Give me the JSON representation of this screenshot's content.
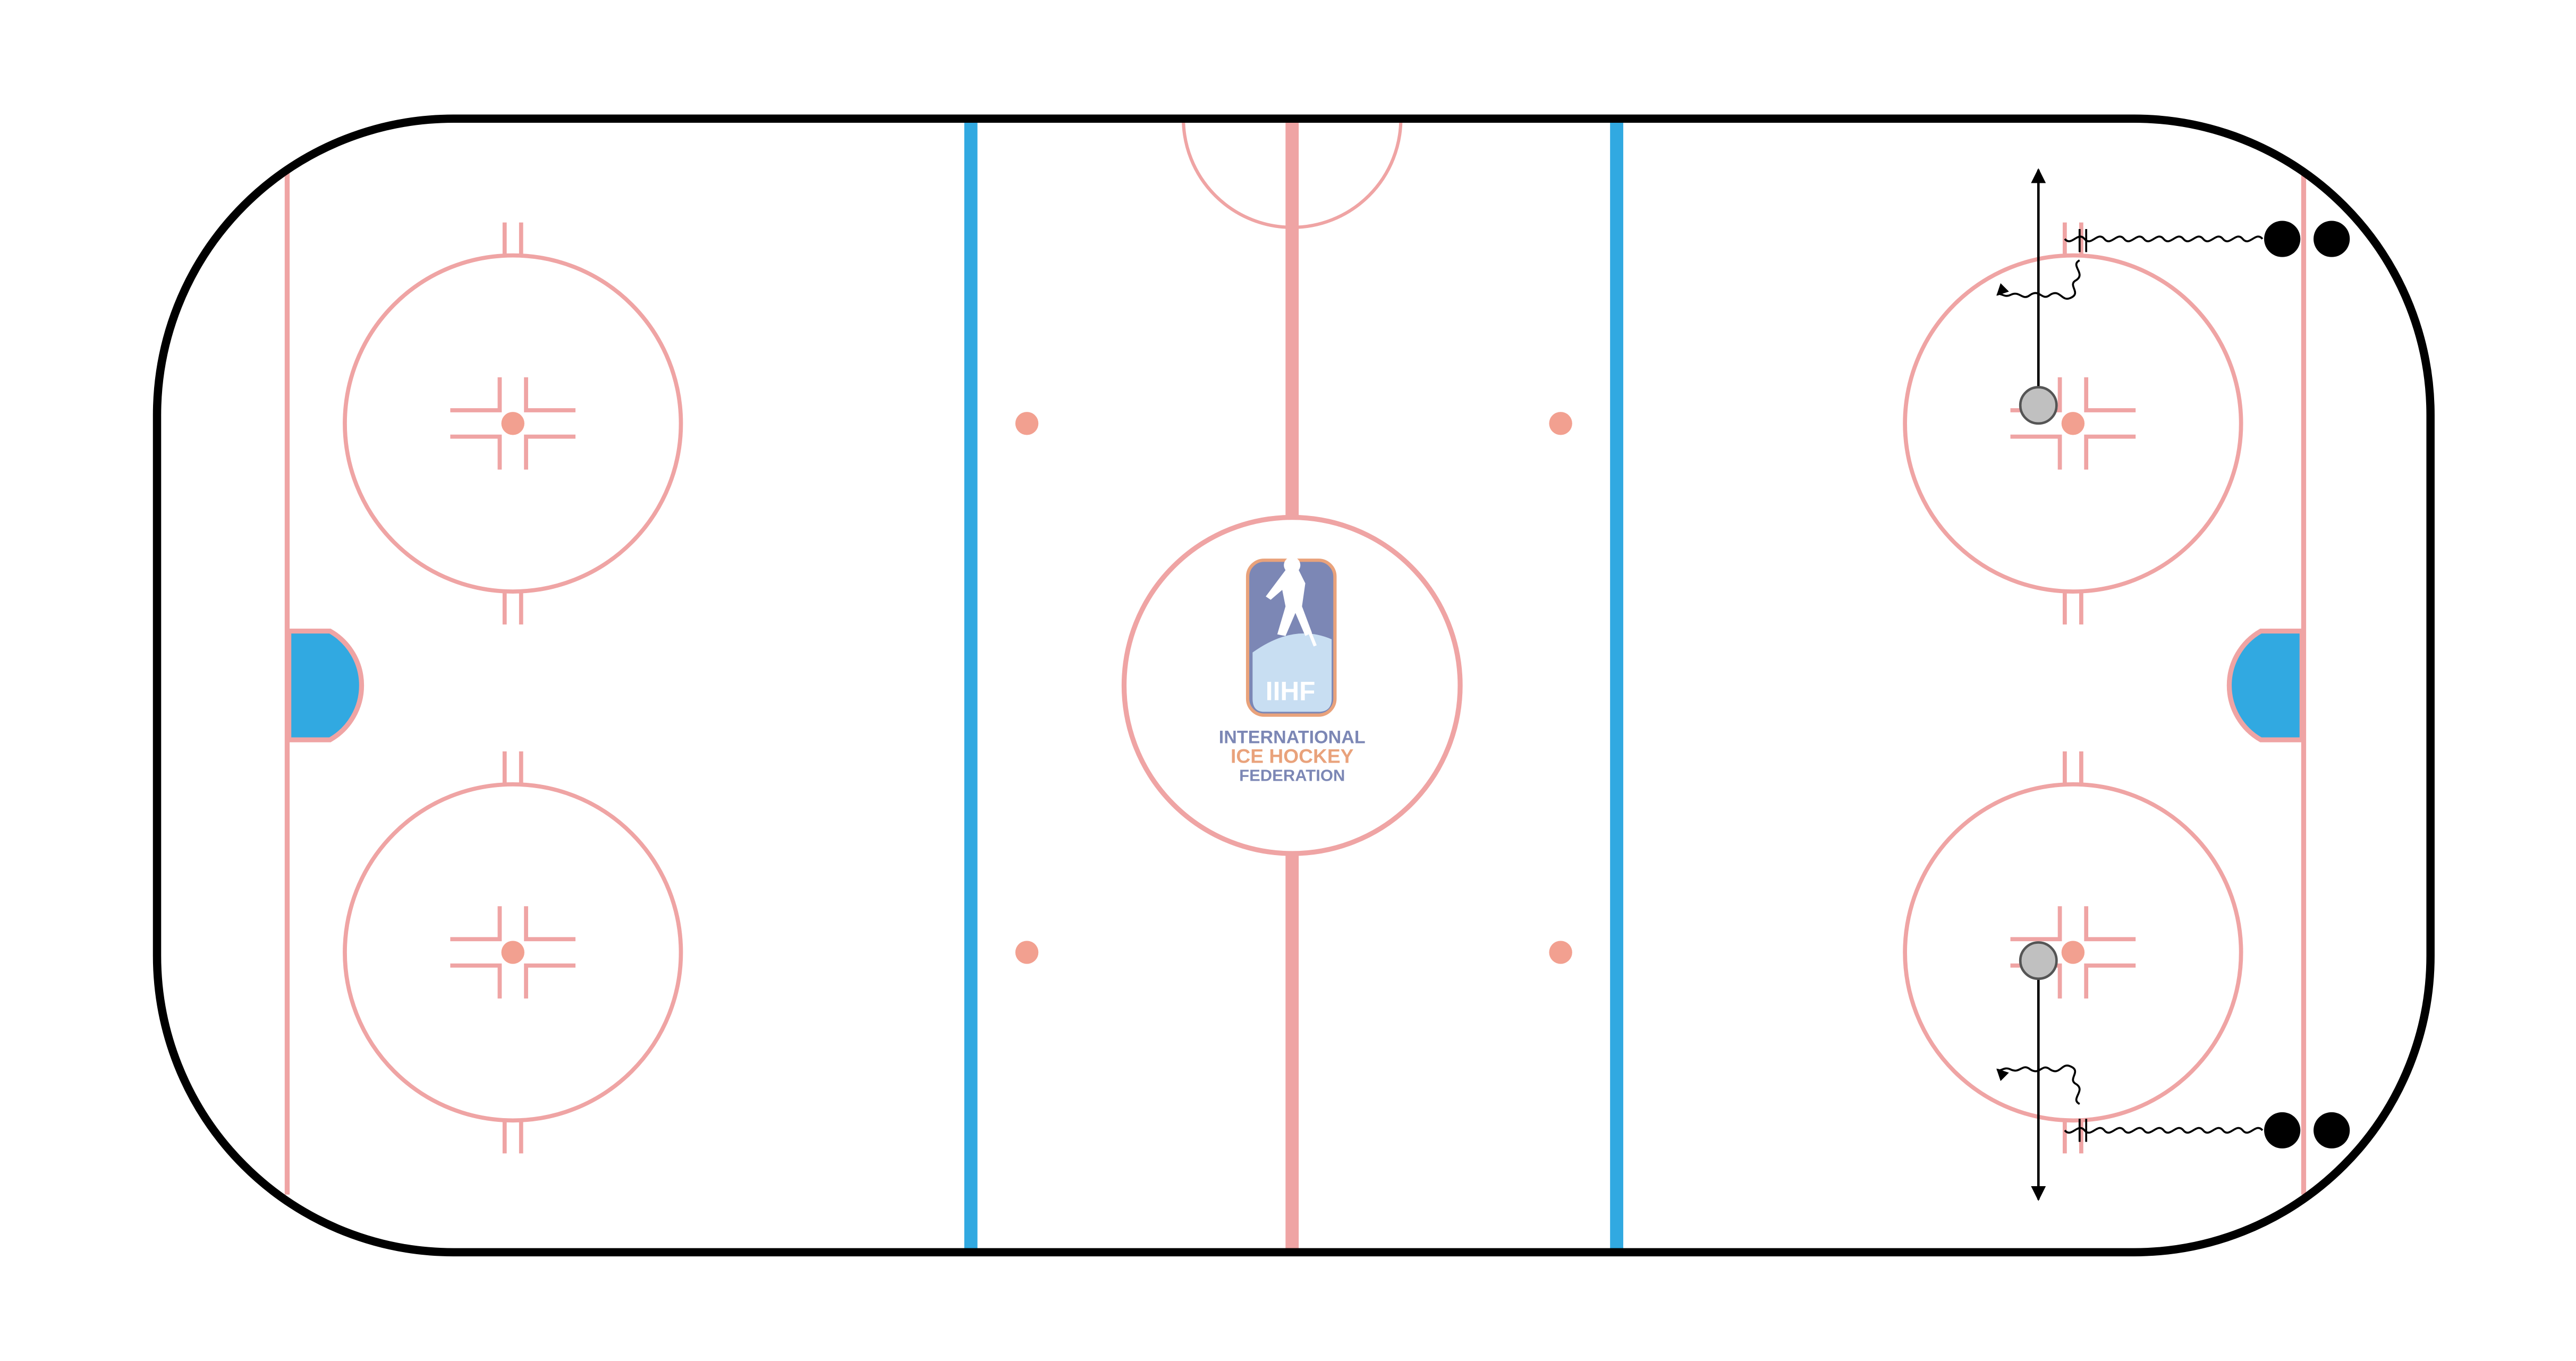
{
  "logo": {
    "badge_text": "IIHF",
    "line1": "INTERNATIONAL",
    "line2": "ICE HOCKEY",
    "line3": "FEDERATION",
    "colors": {
      "slate": "#7c87b5",
      "orange": "#e9a27b",
      "light_blue": "#c8def2"
    }
  },
  "colors": {
    "boards": "#000000",
    "red_line": "#efa4a4",
    "blue_line": "#31a9e1",
    "crease": "#31a9e1",
    "player_fill": "#000000",
    "puck_fill": "#c0c0c0"
  },
  "drill": {
    "players": [
      "player",
      "player",
      "player",
      "player"
    ],
    "pucks": [
      "puck",
      "puck"
    ]
  }
}
